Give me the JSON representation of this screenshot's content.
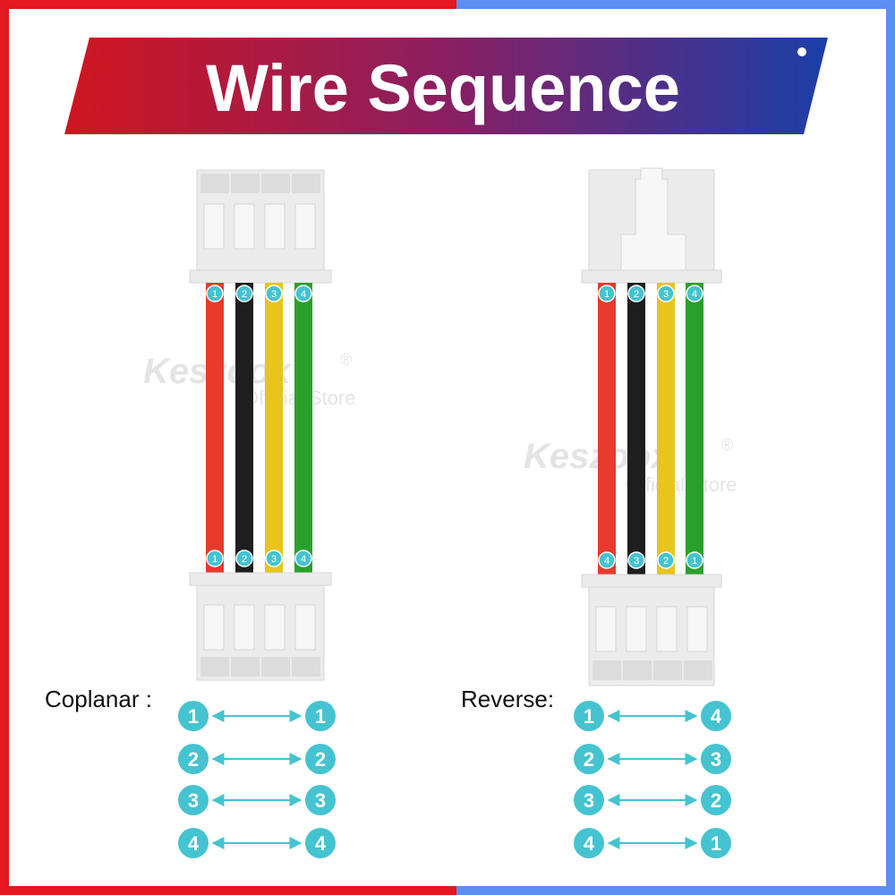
{
  "title": "Wire Sequence",
  "colors": {
    "frame_left": "#e3171f",
    "frame_right": "#5b8ff0",
    "banner_left": "#d0151f",
    "banner_right": "#1b3fa8",
    "badge": "#45c3d0",
    "arrow": "#45c3d0",
    "connector": "#ececec",
    "wire_red": "#e8392b",
    "wire_black": "#1e1e1e",
    "wire_yellow": "#e8c51c",
    "wire_green": "#2aa02b"
  },
  "watermark": {
    "brand": "Keszoox",
    "mark": "®",
    "sub": "Official Store"
  },
  "wire_colors": [
    "wire_red",
    "wire_black",
    "wire_yellow",
    "wire_green"
  ],
  "coplanar": {
    "label": "Coplanar :",
    "top_pins": [
      "1",
      "2",
      "3",
      "4"
    ],
    "bottom_pins": [
      "1",
      "2",
      "3",
      "4"
    ],
    "pairs": [
      [
        "1",
        "1"
      ],
      [
        "2",
        "2"
      ],
      [
        "3",
        "3"
      ],
      [
        "4",
        "4"
      ]
    ]
  },
  "reverse": {
    "label": "Reverse:",
    "top_pins": [
      "1",
      "2",
      "3",
      "4"
    ],
    "bottom_pins": [
      "4",
      "3",
      "2",
      "1"
    ],
    "pairs": [
      [
        "1",
        "4"
      ],
      [
        "2",
        "3"
      ],
      [
        "3",
        "2"
      ],
      [
        "4",
        "1"
      ]
    ]
  }
}
